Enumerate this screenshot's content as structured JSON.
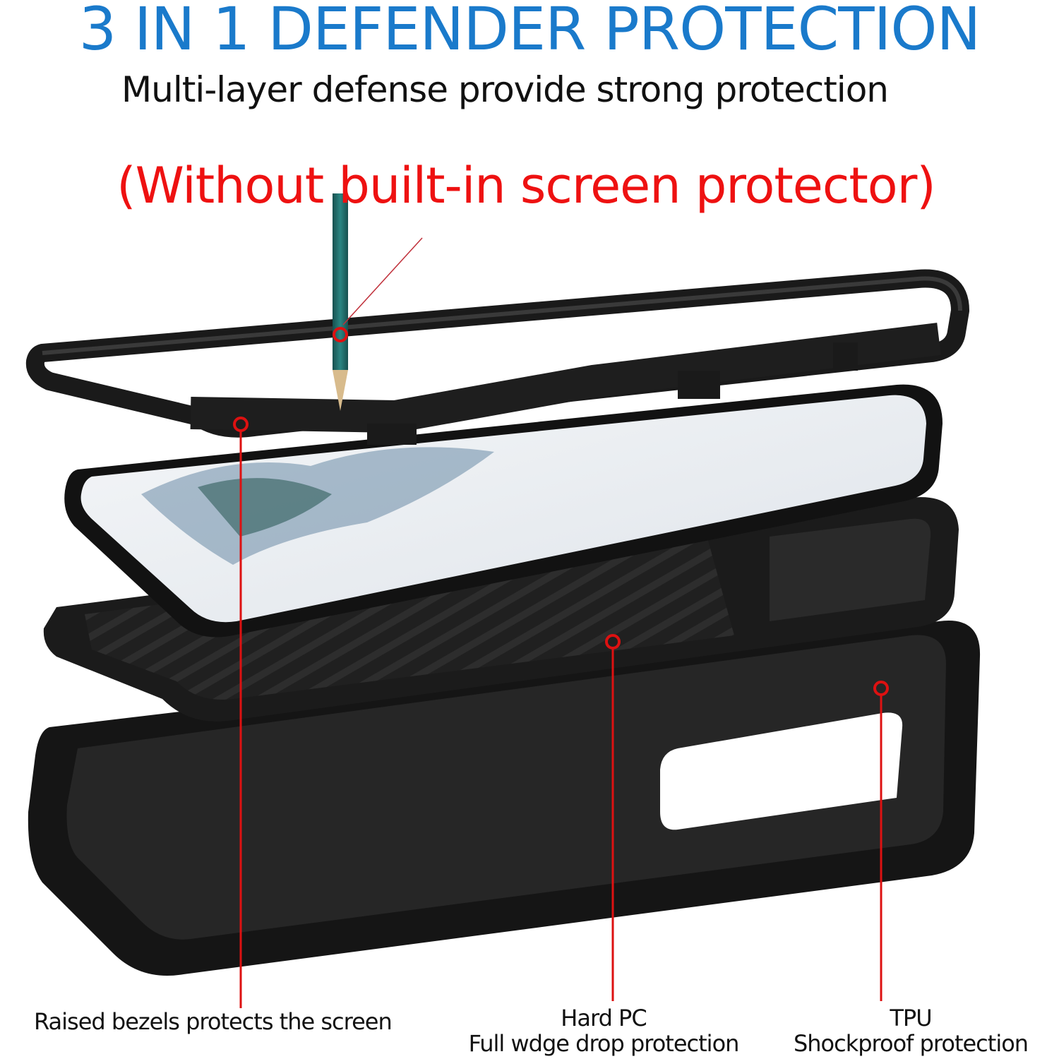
{
  "header": {
    "title": "3 IN 1 DEFENDER PROTECTION",
    "subtitle": "Multi-layer defense provide strong protection",
    "notice": "(Without built-in screen protector)"
  },
  "callouts": [
    {
      "id": "bezel",
      "text": "Raised bezels protects the screen"
    },
    {
      "id": "hard-pc",
      "title": "Hard PC",
      "text": "Full wdge drop protection"
    },
    {
      "id": "tpu",
      "title": "TPU",
      "text": "Shockproof protection"
    }
  ],
  "colors": {
    "title": "#1a7acb",
    "notice": "#ee1111",
    "callout_line": "#dd1111",
    "case": "#1c1c1c",
    "pencil": "#1f6e6c"
  }
}
